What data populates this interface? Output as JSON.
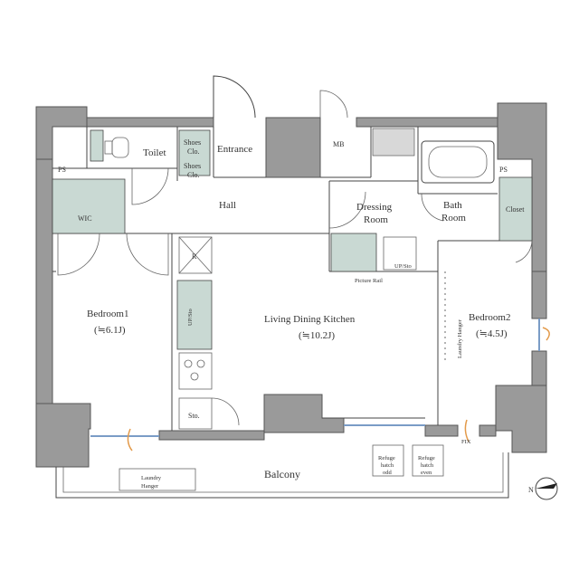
{
  "rooms": {
    "toilet": "Toilet",
    "shoes_clo_1": [
      "Shoes",
      "Clo."
    ],
    "shoes_clo_2": [
      "Shoes",
      "Clo."
    ],
    "entrance": "Entrance",
    "mb": "MB",
    "hall": "Hall",
    "dressing_room": [
      "Dressing",
      "Room"
    ],
    "bath_room": [
      "Bath",
      "Room"
    ],
    "wic": "WIC",
    "closet": "Closet",
    "ps_left": "PS",
    "ps_right": "PS",
    "bedroom1": "Bedroom1",
    "bedroom1_size": "(≒6.1J)",
    "ldk": "Living Dining Kitchen",
    "ldk_size": "(≒10.2J)",
    "bedroom2": "Bedroom2",
    "bedroom2_size": "(≒4.5J)",
    "balcony": "Balcony",
    "storage_sto": "Sto.",
    "fridge": "R",
    "up_sto_kitchen": "UP/Sto",
    "up_sto_wash": "UP/Sto",
    "picture_rail": "Picture Rail",
    "laundry_hanger_vertical": "Laundry Hanger",
    "laundry_hanger_balcony": [
      "Laundry",
      "Hanger"
    ],
    "refuge_odd": [
      "Refuge",
      "hatch",
      "odd"
    ],
    "refuge_even": [
      "Refuge",
      "hatch",
      "even"
    ],
    "fix": "FIX",
    "north": "N"
  },
  "colors": {
    "wall": "#9a9a9a",
    "storage": "#c9d9d3",
    "line": "#444444",
    "window": "#7a9cc6",
    "vent": "#e39a4a"
  }
}
